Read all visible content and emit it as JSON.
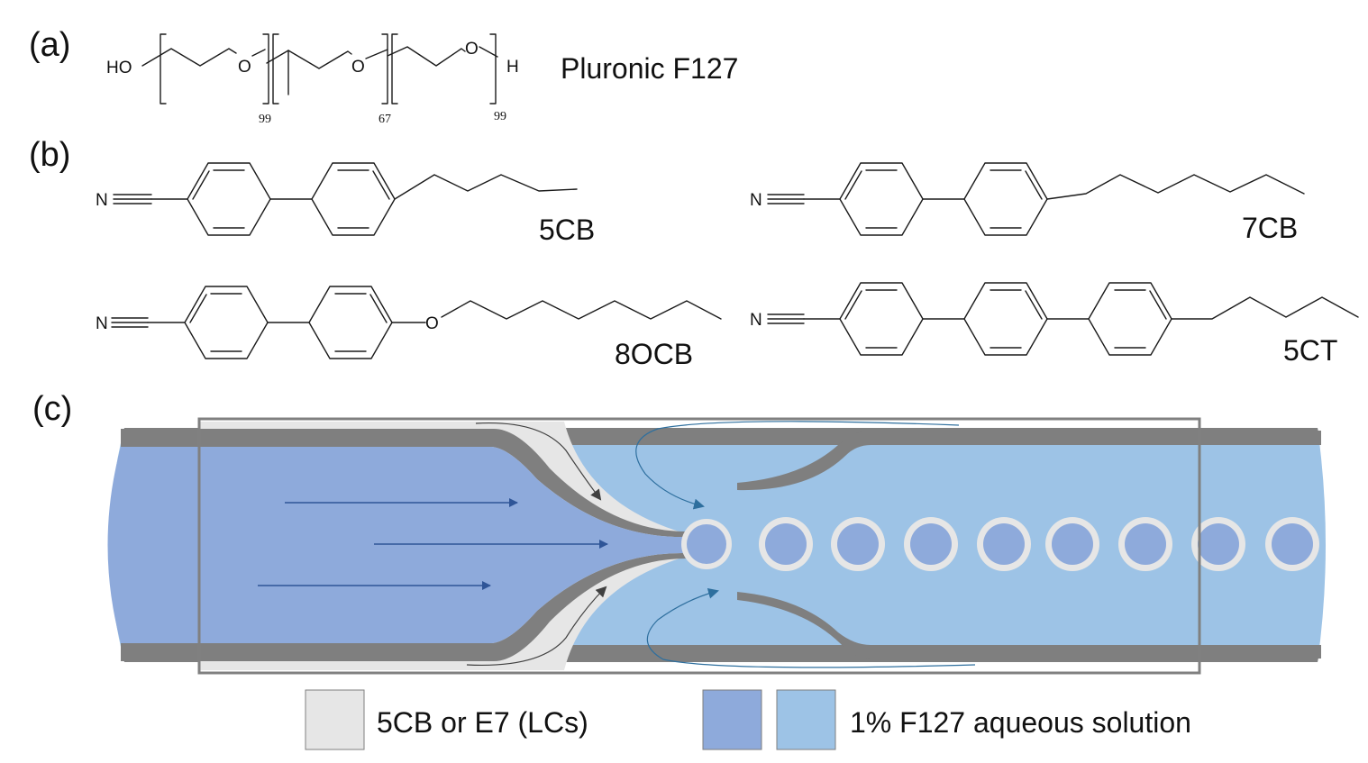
{
  "panels": {
    "a": "(a)",
    "b": "(b)",
    "c": "(c)"
  },
  "pluronic": {
    "name": "Pluronic F127",
    "end_left": "HO",
    "end_right": "H",
    "oxygen": "O",
    "n1": "99",
    "n2": "67",
    "n3": "99"
  },
  "molecules": {
    "m5cb": "5CB",
    "m7cb": "7CB",
    "m8ocb": "8OCB",
    "m5ct": "5CT",
    "nitrile_n": "N",
    "ether_o": "O"
  },
  "legend": {
    "lc_label": "5CB or E7 (LCs)",
    "aq_label": "1% F127 aqueous solution"
  },
  "colors": {
    "lc": "#e6e6e6",
    "inner_aqueous": "#8eaadb",
    "outer_aqueous": "#9dc3e6",
    "capillary_wall": "#7f7f7f",
    "frame": "#808080",
    "arrow": "#2f5597"
  }
}
